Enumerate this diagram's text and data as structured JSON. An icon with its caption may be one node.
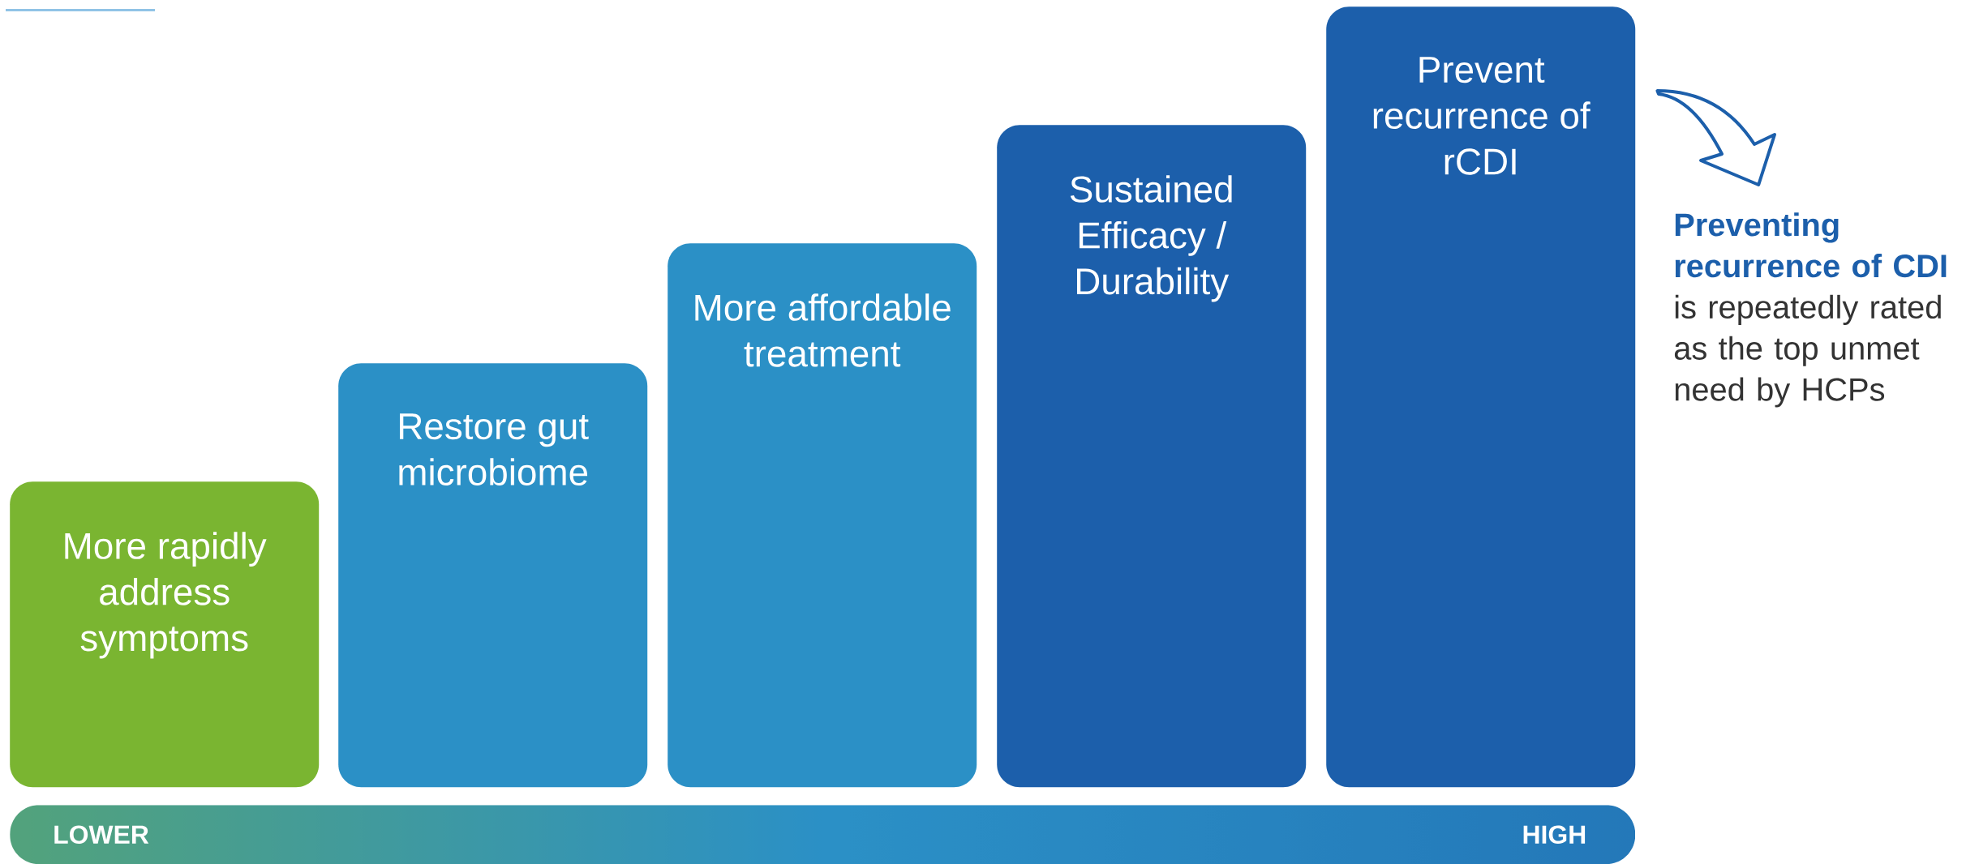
{
  "diagram": {
    "nodes": [
      {
        "text": [
          "More rapidly address symptoms"
        ]
      },
      {
        "text": [
          "Restore gut microbiome"
        ]
      },
      {
        "text": [
          "More affordable treatment"
        ]
      },
      {
        "text": [
          "Sustained Efficacy / Durability"
        ]
      },
      {
        "text": [
          "Prevent recurrence of rCDI"
        ]
      },
      {
        "text": [
          "Preventing recurrence of CDI",
          "is repeatedly rated as the top unmet need by HCPs"
        ]
      },
      {
        "text": [
          "LOWER",
          "HIGH"
        ]
      }
    ],
    "edges": [
      {
        "from": 4,
        "to": 5,
        "arrow": "to"
      }
    ]
  }
}
